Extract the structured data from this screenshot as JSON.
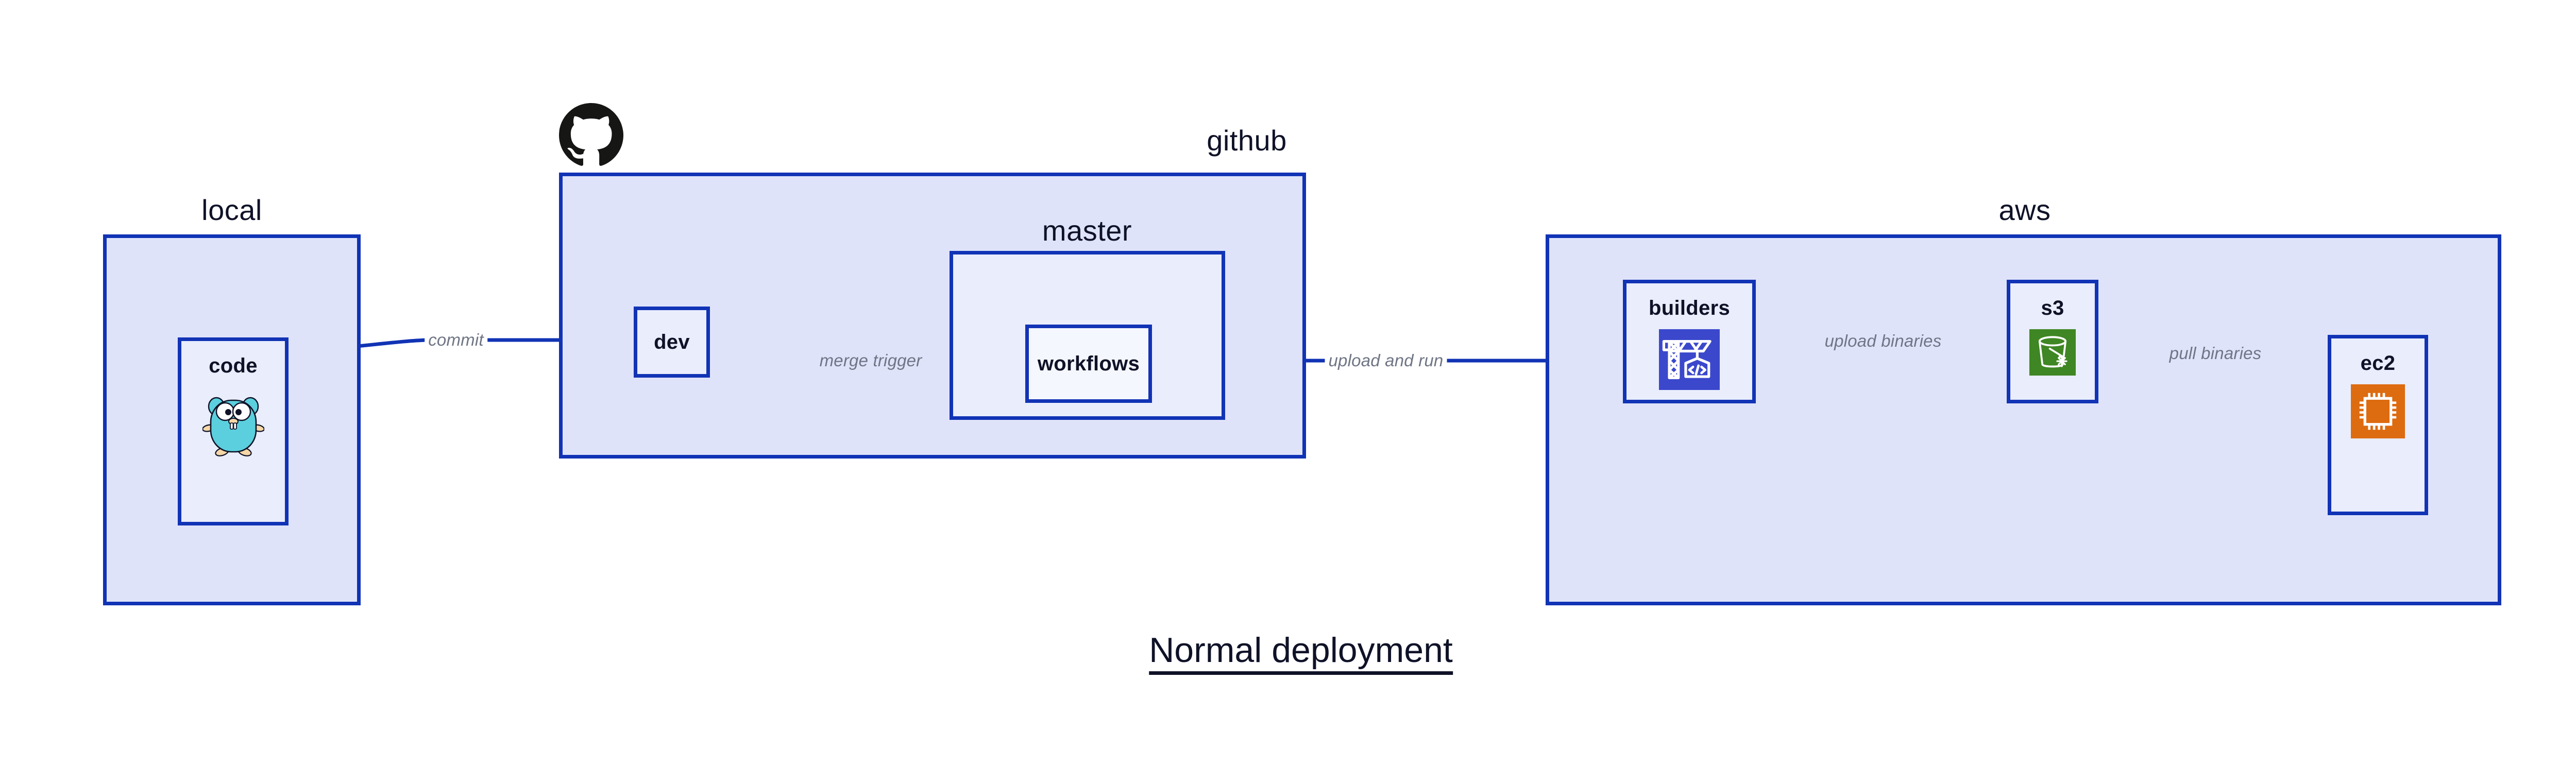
{
  "title": "Normal deployment",
  "colors": {
    "cluster_fill": "#dfe3fa",
    "node_fill": "#e9edfc",
    "border": "#1133b5",
    "edge": "#1133b5",
    "edge_label": "#6f7585",
    "text": "#0f1227",
    "codebuild_icon": "#3b48cc",
    "s3_icon": "#3f8624",
    "ec2_icon": "#dd6b10",
    "gopher": "#5bcfdd",
    "octocat": "#161614"
  },
  "clusters": [
    {
      "id": "local",
      "label": "local"
    },
    {
      "id": "github",
      "label": "github",
      "icon": "github-octocat-icon"
    },
    {
      "id": "master",
      "label": "master"
    },
    {
      "id": "aws",
      "label": "aws"
    }
  ],
  "nodes": [
    {
      "id": "code",
      "label": "code",
      "icon": "go-gopher-icon",
      "cluster": "local"
    },
    {
      "id": "dev",
      "label": "dev",
      "icon": "none",
      "cluster": "github"
    },
    {
      "id": "workflows",
      "label": "workflows",
      "icon": "none",
      "cluster": "master"
    },
    {
      "id": "builders",
      "label": "builders",
      "icon": "aws-codebuild-icon",
      "cluster": "aws"
    },
    {
      "id": "s3",
      "label": "s3",
      "icon": "aws-s3-icon",
      "cluster": "aws"
    },
    {
      "id": "ec2",
      "label": "ec2",
      "icon": "aws-ec2-icon",
      "cluster": "aws"
    }
  ],
  "edges": [
    {
      "id": "code-dev",
      "from": "code",
      "to": "dev",
      "label": "commit"
    },
    {
      "id": "dev-workflows",
      "from": "dev",
      "to": "workflows",
      "label": "merge trigger"
    },
    {
      "id": "workflows-build",
      "from": "workflows",
      "to": "builders",
      "label": "upload and run"
    },
    {
      "id": "builders-s3",
      "from": "builders",
      "to": "s3",
      "label": "upload binaries"
    },
    {
      "id": "s3-ec2",
      "from": "s3",
      "to": "ec2",
      "label": "pull binaries"
    }
  ]
}
